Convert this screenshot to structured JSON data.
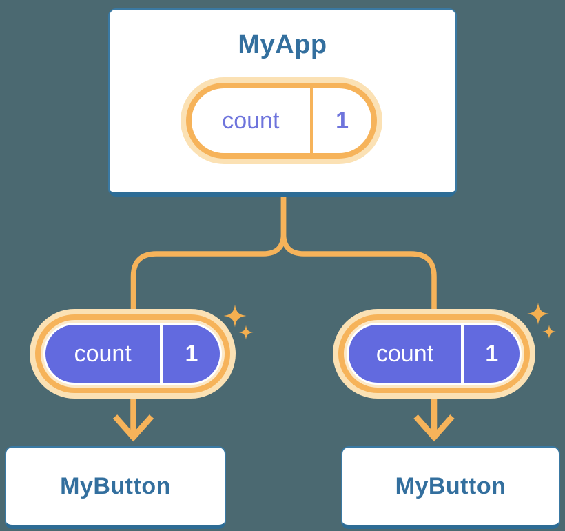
{
  "diagram": {
    "background_color": "#4B6971",
    "colors": {
      "connector_orange": "#F6B35A",
      "halo_orange": "#FBE1B4",
      "state_purple": "#626ADF",
      "component_blue_text": "#336F9E",
      "card_border_blue": "#3A79A3",
      "card_bottom_edge": "#2D6C95"
    },
    "tree": {
      "root": {
        "title": "MyApp",
        "state": {
          "label": "count",
          "value": "1"
        }
      },
      "children": [
        {
          "title": "MyButton",
          "state": {
            "label": "count",
            "value": "1"
          }
        },
        {
          "title": "MyButton",
          "state": {
            "label": "count",
            "value": "1"
          }
        }
      ]
    },
    "icons": [
      "sparkle-icon",
      "arrow-down-icon"
    ]
  }
}
